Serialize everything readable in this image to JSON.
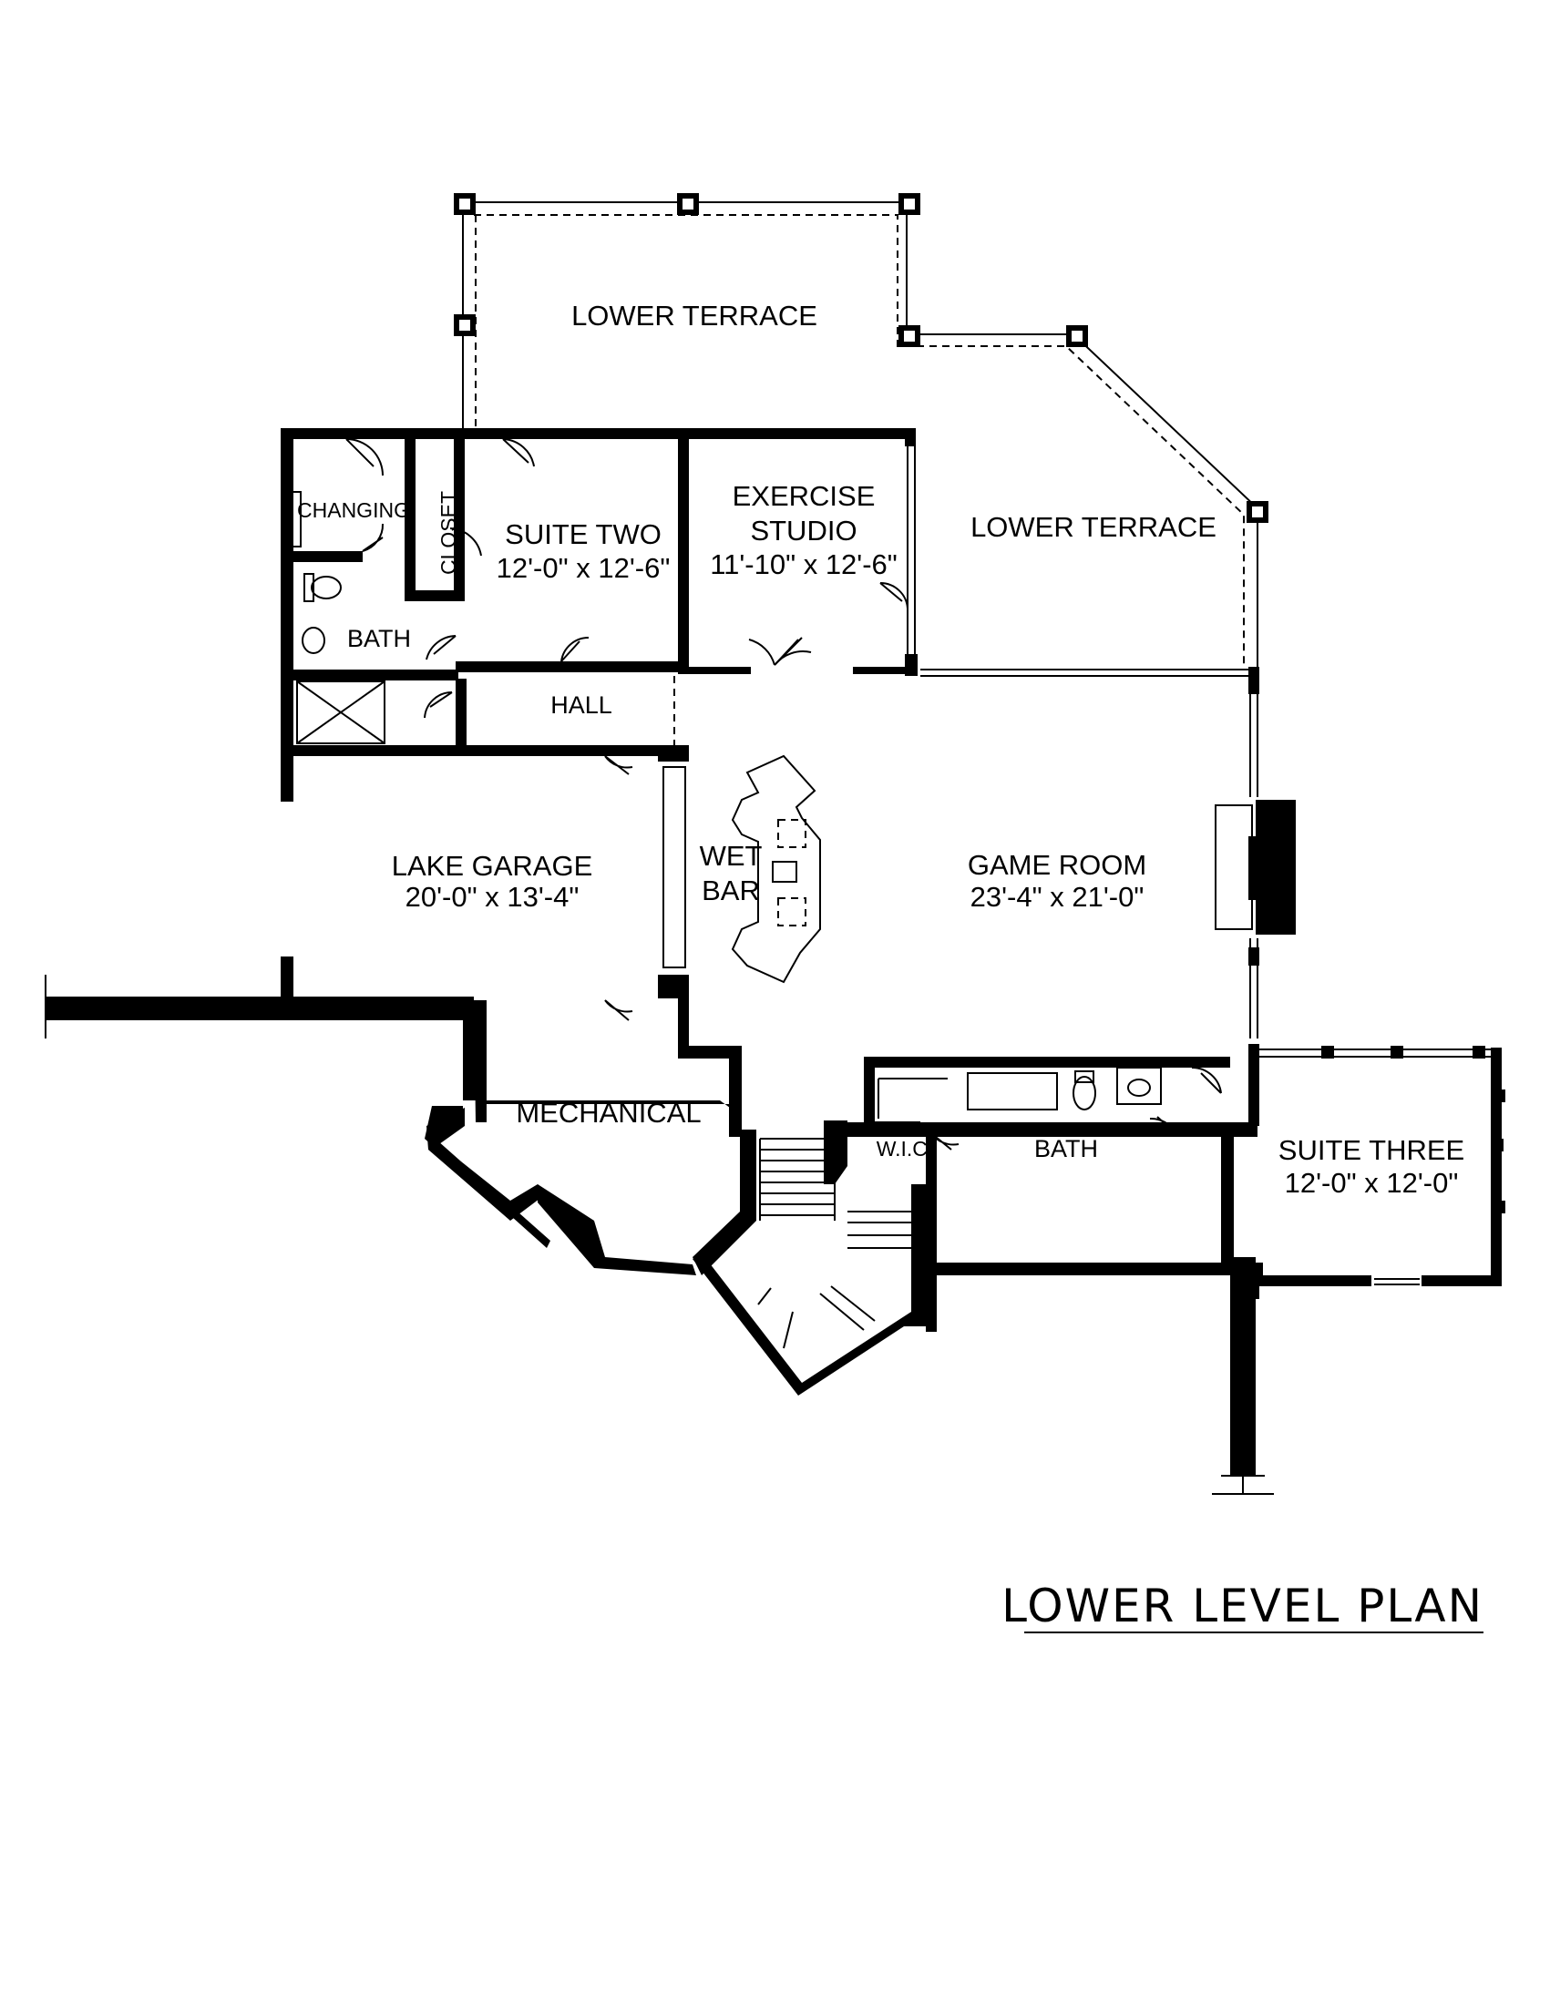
{
  "plan_title": "LOWER LEVEL PLAN",
  "rooms": {
    "lower_terrace_top": {
      "name": "LOWER TERRACE"
    },
    "lower_terrace_right": {
      "name": "LOWER TERRACE"
    },
    "changing": {
      "name": "CHANGING"
    },
    "closet": {
      "name": "CLOSET"
    },
    "suite_two": {
      "name": "SUITE TWO",
      "size": "12'-0\" x 12'-6\""
    },
    "exercise_studio": {
      "name_line1": "EXERCISE",
      "name_line2": "STUDIO",
      "size": "11'-10\" x 12'-6\""
    },
    "bath_left": {
      "name": "BATH"
    },
    "hall": {
      "name": "HALL"
    },
    "lake_garage": {
      "name": "LAKE GARAGE",
      "size": "20'-0\" x 13'-4\""
    },
    "wet_bar": {
      "name_line1": "WET",
      "name_line2": "BAR"
    },
    "game_room": {
      "name": "GAME ROOM",
      "size": "23'-4\" x 21'-0\""
    },
    "mechanical": {
      "name": "MECHANICAL"
    },
    "wic": {
      "name": "W.I.C."
    },
    "bath_right": {
      "name": "BATH"
    },
    "suite_three": {
      "name": "SUITE THREE",
      "size": "12'-0\" x 12'-0\""
    }
  }
}
